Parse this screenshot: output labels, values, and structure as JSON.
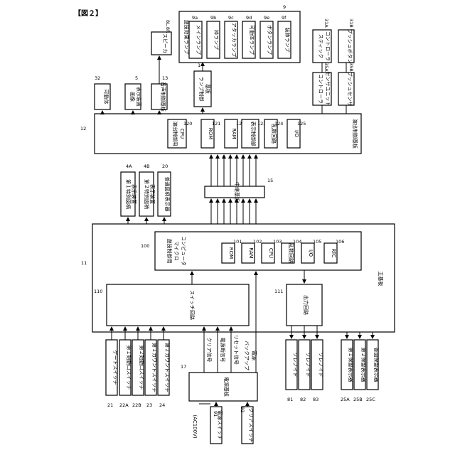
{
  "figure_label": "【図２】",
  "refs": {
    "main_board": "11",
    "effect_board": "12",
    "relay_board": "15",
    "power_board": "17",
    "micro": "100",
    "rom1": "101",
    "ram1": "102",
    "cpu1": "103",
    "rng": "104",
    "io1": "105",
    "rtc": "106",
    "switch_circuit": "110",
    "output_circuit": "111",
    "cpu2": "120",
    "rom2": "121",
    "ram2": "122",
    "display_ctrl": "123",
    "rng2": "124",
    "io2": "125",
    "sw21": "21",
    "sw22a": "22A",
    "sw22b": "22B",
    "sw23": "23",
    "sw24": "24",
    "sol81": "81",
    "sol82": "82",
    "sol83": "83",
    "disp25a": "25A",
    "disp25b": "25B",
    "disp25c": "25C",
    "power_sw": "91",
    "clear_sw": "92",
    "disp4a": "4A",
    "disp4b": "4B",
    "disp20": "20",
    "movable": "32",
    "image": "5",
    "sound": "13",
    "speaker": "8L,8R",
    "lamp_board": "14",
    "lamps": "9",
    "lamp9a": "9a",
    "lamp9b": "9b",
    "lamp9c": "9c",
    "lamp9d": "9d",
    "lamp9e": "9e",
    "lamp9f": "9f",
    "stick": "31A",
    "push": "31B",
    "stick_sensor": "35A",
    "push_sensor": "35B"
  },
  "labels": {
    "main_board": "主基板",
    "effect_board": "演出制御基板",
    "relay_board": "中継基板",
    "power_board": "電源基板",
    "micro": [
      "遊技制御用",
      "マイクロ",
      "コンピュータ"
    ],
    "rom": "ROM",
    "ram": "RAM",
    "cpu": "CPU",
    "rng": "乱数回路",
    "io": "I/O",
    "rtc": "RTC",
    "switch_circuit": "スイッチ回路",
    "output_circuit": "出力回路",
    "cpu2": [
      "演出制御用",
      "CPU"
    ],
    "display_ctrl": "表示制御部",
    "rng2": "乱数回路",
    "gate_sw": "ゲートスイッチ",
    "start1_sw": "第１始動口スイッチ",
    "start2_sw": "第２始動口スイッチ",
    "count1_sw": "第１カウントスイッチ",
    "count2_sw": "第２カウントスイッチ",
    "solenoid": "ソレノイド",
    "hold1": "第１保留表示器",
    "hold2": "第２保留表示器",
    "normal_disp": "普図保留表示器",
    "power_sw": "電源スイッチ",
    "clear_sw": "クリアスイッチ",
    "ac": "(AC100V)",
    "clear_signal": "クリア信号",
    "power_off_signal": "電源断信号",
    "reset_signal": "リセット信号",
    "backup": [
      "バックアップ",
      "電源"
    ],
    "disp4a": [
      "第１特別図柄",
      "表示装置"
    ],
    "disp4b": [
      "第２特別図柄",
      "表示装置"
    ],
    "disp20": "普通図柄表示器",
    "movable": "可動体",
    "image": [
      "画像",
      "表示装置"
    ],
    "sound": "音声制御基板",
    "speaker": "スピーカ",
    "lamp_board": [
      "ランプ制御",
      "基板"
    ],
    "lamps": "遊技効果ランプ",
    "lamp_main": "メインランプ",
    "lamp_frame": "枠ランプ",
    "lamp_attack": "アタッカランプ",
    "lamp_movable": "可動体ランプ",
    "lamp_button": "ボタンランプ",
    "lamp_deco": "装飾ランプ",
    "stick": [
      "スティック",
      "コントローラ"
    ],
    "push": "プッシュボタン",
    "stick_sensor": [
      "コントローラ",
      "センサユニット"
    ],
    "push_sensor": "プッシュセンサ"
  }
}
